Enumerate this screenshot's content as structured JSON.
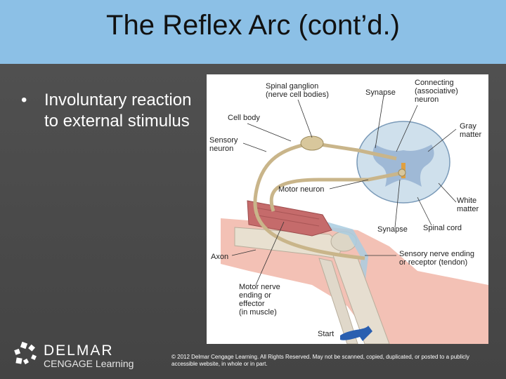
{
  "slide": {
    "title": "The Reflex Arc (cont’d.)",
    "bullet_marker": "•",
    "bullet_text": "Involuntary reaction to external stimulus"
  },
  "figure": {
    "labels": {
      "spinal_ganglion": "Spinal ganglion\n(nerve cell bodies)",
      "synapse_top": "Synapse",
      "connecting_neuron": "Connecting\n(associative)\nneuron",
      "cell_body": "Cell body",
      "gray_matter": "Gray\nmatter",
      "sensory_neuron": "Sensory\nneuron",
      "motor_neuron": "Motor neuron",
      "white_matter": "White\nmatter",
      "synapse_bottom": "Synapse",
      "spinal_cord": "Spinal cord",
      "axon": "Axon",
      "sensory_ending": "Sensory nerve ending\nor receptor (tendon)",
      "motor_ending": "Motor nerve\nending or\neffector\n(in muscle)",
      "start": "Start"
    },
    "colors": {
      "nerve": "#c9b58a",
      "cord_white": "#cfe0ec",
      "cord_gray": "#9fb9d6",
      "muscle": "#c56b6b",
      "skin": "#f3c1b5",
      "arrow": "#2a5fb0"
    }
  },
  "footer": {
    "logo_line1": "DELMAR",
    "logo_line2": "CENGAGE Learning",
    "copyright": "© 2012 Delmar Cengage Learning. All Rights Reserved. May not be scanned, copied, duplicated, or posted to a publicly accessible website, in whole or in part."
  }
}
